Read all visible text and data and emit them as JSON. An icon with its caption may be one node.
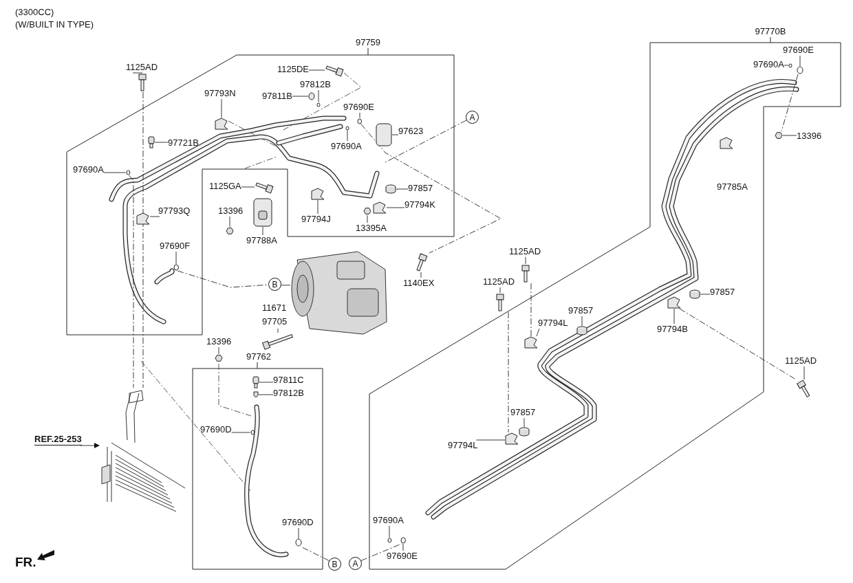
{
  "diagram": {
    "nodes": [
      {
        "text": [
          "97759"
        ]
      },
      {
        "text": [
          "1125AD"
        ]
      },
      {
        "text": [
          "1125DE"
        ],
        "in": 0
      },
      {
        "text": [
          "97812B"
        ],
        "in": 0
      },
      {
        "text": [
          "97811B"
        ],
        "in": 0
      },
      {
        "text": [
          "97793N"
        ],
        "in": 0
      },
      {
        "text": [
          "97690E"
        ],
        "in": 0
      },
      {
        "text": [
          "97690A"
        ],
        "in": 0
      },
      {
        "text": [
          "97623"
        ],
        "in": 0
      },
      {
        "text": [
          "97721B"
        ],
        "in": 0
      },
      {
        "text": [
          "97690A"
        ],
        "in": 0
      },
      {
        "text": [
          "1125GA"
        ]
      },
      {
        "text": [
          "97857"
        ],
        "in": 0
      },
      {
        "text": [
          "97794K"
        ],
        "in": 0
      },
      {
        "text": [
          "97794J"
        ],
        "in": 0
      },
      {
        "text": [
          "13395A"
        ],
        "in": 0
      },
      {
        "text": [
          "13396"
        ]
      },
      {
        "text": [
          "97788A"
        ]
      },
      {
        "text": [
          "97793Q"
        ],
        "in": 0
      },
      {
        "text": [
          "97690F"
        ],
        "in": 0
      },
      {
        "text": [
          "A"
        ]
      },
      {
        "text": [
          "B"
        ]
      },
      {
        "text": [
          "1140EX"
        ]
      },
      {
        "text": [
          "11671",
          "97705"
        ]
      },
      {
        "text": [
          "13396"
        ]
      },
      {
        "text": [
          "97762"
        ]
      },
      {
        "text": [
          "97811C"
        ],
        "in": 25
      },
      {
        "text": [
          "97812B"
        ],
        "in": 25
      },
      {
        "text": [
          "97690D"
        ],
        "in": 25
      },
      {
        "text": [
          "97690D"
        ],
        "in": 25
      },
      {
        "text": [
          "REF.25-253"
        ]
      },
      {
        "text": [
          "B"
        ]
      },
      {
        "text": [
          "97770B"
        ]
      },
      {
        "text": [
          "97690E"
        ],
        "in": 32
      },
      {
        "text": [
          "97690A"
        ],
        "in": 32
      },
      {
        "text": [
          "13396"
        ],
        "in": 32
      },
      {
        "text": [
          "97785A"
        ],
        "in": 32
      },
      {
        "text": [
          "1125AD"
        ]
      },
      {
        "text": [
          "1125AD"
        ]
      },
      {
        "text": [
          "97857"
        ],
        "in": 32
      },
      {
        "text": [
          "97857"
        ],
        "in": 32
      },
      {
        "text": [
          "97794L"
        ],
        "in": 32
      },
      {
        "text": [
          "97794B"
        ],
        "in": 32
      },
      {
        "text": [
          "1125AD"
        ]
      },
      {
        "text": [
          "97857"
        ],
        "in": 32
      },
      {
        "text": [
          "97794L"
        ],
        "in": 32
      },
      {
        "text": [
          "97690A"
        ],
        "in": 32
      },
      {
        "text": [
          "A"
        ]
      },
      {
        "text": [
          "97690E"
        ],
        "in": 32
      },
      {
        "text": [],
        "shape": "bolt"
      },
      {
        "text": [],
        "shape": "bolt",
        "in": 0
      },
      {
        "text": [],
        "shape": "circle",
        "in": 0
      },
      {
        "text": [],
        "shape": "circle",
        "in": 0
      },
      {
        "text": [],
        "shape": "bracket",
        "in": 0
      },
      {
        "text": [],
        "shape": "circle",
        "in": 0
      },
      {
        "text": [],
        "shape": "circle",
        "in": 0
      },
      {
        "text": [],
        "shape": "cylinder",
        "in": 0
      },
      {
        "text": [],
        "shape": "box",
        "in": 0
      },
      {
        "text": [],
        "shape": "circle",
        "in": 0
      },
      {
        "text": [],
        "shape": "bolt"
      },
      {
        "text": [],
        "shape": "cylinder",
        "in": 0
      },
      {
        "text": [],
        "shape": "bracket",
        "in": 0
      },
      {
        "text": [],
        "shape": "bracket",
        "in": 0
      },
      {
        "text": [],
        "shape": "hexagon",
        "in": 0
      },
      {
        "text": [],
        "shape": "hexagon"
      },
      {
        "text": [],
        "shape": "box"
      },
      {
        "text": [],
        "shape": "bracket",
        "in": 0
      },
      {
        "text": [],
        "shape": "circle",
        "in": 0
      },
      {
        "text": [],
        "shape": "picture"
      },
      {
        "text": [],
        "shape": "bolt"
      },
      {
        "text": [],
        "shape": "bolt"
      },
      {
        "text": [],
        "shape": "hexagon"
      },
      {
        "text": [],
        "shape": "box",
        "in": 25
      },
      {
        "text": [],
        "shape": "box",
        "in": 25
      },
      {
        "text": [],
        "shape": "circle",
        "in": 25
      },
      {
        "text": [],
        "shape": "circle",
        "in": 25
      },
      {
        "text": [],
        "shape": "picture"
      },
      {
        "text": [],
        "shape": "circle",
        "in": 32
      },
      {
        "text": [],
        "shape": "circle",
        "in": 32
      },
      {
        "text": [],
        "shape": "hexagon",
        "in": 32
      },
      {
        "text": [],
        "shape": "bolt"
      },
      {
        "text": [],
        "shape": "bolt"
      },
      {
        "text": [],
        "shape": "cylinder",
        "in": 32
      },
      {
        "text": [],
        "shape": "cylinder",
        "in": 32
      },
      {
        "text": [],
        "shape": "bracket",
        "in": 32
      },
      {
        "text": [],
        "shape": "bracket",
        "in": 32
      },
      {
        "text": [],
        "shape": "bolt"
      },
      {
        "text": [],
        "shape": "cylinder",
        "in": 32
      },
      {
        "text": [],
        "shape": "bracket",
        "in": 32
      },
      {
        "text": [],
        "shape": "circle",
        "in": 32
      },
      {
        "text": [],
        "shape": "circle",
        "in": 32
      }
    ],
    "edges": [
      {
        "from": 1,
        "to": 49,
        "arrow": "none"
      },
      {
        "from": 2,
        "to": 50,
        "arrow": "none"
      },
      {
        "from": 3,
        "to": 51,
        "arrow": "none"
      },
      {
        "from": 4,
        "to": 52,
        "arrow": "none"
      },
      {
        "from": 5,
        "to": 53,
        "arrow": "none"
      },
      {
        "from": 6,
        "to": 54,
        "arrow": "none"
      },
      {
        "from": 7,
        "to": 55,
        "arrow": "none"
      },
      {
        "from": 8,
        "to": 56,
        "arrow": "none"
      },
      {
        "from": 9,
        "to": 57,
        "arrow": "none"
      },
      {
        "from": 10,
        "to": 58,
        "arrow": "none"
      },
      {
        "from": 11,
        "to": 59,
        "arrow": "none"
      },
      {
        "from": 12,
        "to": 60,
        "arrow": "none"
      },
      {
        "from": 13,
        "to": 61,
        "arrow": "none"
      },
      {
        "from": 14,
        "to": 62,
        "arrow": "none"
      },
      {
        "from": 15,
        "to": 63,
        "arrow": "none"
      },
      {
        "from": 16,
        "to": 64,
        "arrow": "none"
      },
      {
        "from": 17,
        "to": 65,
        "arrow": "none"
      },
      {
        "from": 18,
        "to": 66,
        "arrow": "none"
      },
      {
        "from": 19,
        "to": 67,
        "arrow": "none"
      },
      {
        "from": 20,
        "to": null,
        "arrow": "none",
        "style": "dashed"
      },
      {
        "from": 21,
        "to": 68,
        "arrow": "none"
      },
      {
        "from": 22,
        "to": 69,
        "arrow": "none"
      },
      {
        "from": 23,
        "to": 70,
        "arrow": "none"
      },
      {
        "from": 24,
        "to": 71,
        "arrow": "none"
      },
      {
        "from": 26,
        "to": 72,
        "arrow": "none"
      },
      {
        "from": 27,
        "to": 73,
        "arrow": "none"
      },
      {
        "from": 28,
        "to": 74,
        "arrow": "none"
      },
      {
        "from": 29,
        "to": 75,
        "arrow": "none"
      },
      {
        "from": 30,
        "to": 76,
        "arrow": "to"
      },
      {
        "from": 31,
        "to": 75,
        "arrow": "none",
        "style": "dashed"
      },
      {
        "from": 33,
        "to": 77,
        "arrow": "none"
      },
      {
        "from": 34,
        "to": 78,
        "arrow": "none"
      },
      {
        "from": 35,
        "to": 79,
        "arrow": "none"
      },
      {
        "from": 37,
        "to": 80,
        "arrow": "none"
      },
      {
        "from": 38,
        "to": 81,
        "arrow": "none"
      },
      {
        "from": 39,
        "to": 82,
        "arrow": "none"
      },
      {
        "from": 40,
        "to": 83,
        "arrow": "none"
      },
      {
        "from": 41,
        "to": 84,
        "arrow": "none"
      },
      {
        "from": 42,
        "to": 85,
        "arrow": "none"
      },
      {
        "from": 43,
        "to": 86,
        "arrow": "none"
      },
      {
        "from": 44,
        "to": 87,
        "arrow": "none"
      },
      {
        "from": 45,
        "to": 88,
        "arrow": "none"
      },
      {
        "from": 46,
        "to": 89,
        "arrow": "none"
      },
      {
        "from": 47,
        "to": 90,
        "arrow": "none",
        "style": "dashed"
      },
      {
        "from": 48,
        "to": 90,
        "arrow": "none"
      },
      {
        "from": 49,
        "to": 76,
        "arrow": "none",
        "style": "dashed"
      },
      {
        "from": 58,
        "to": 76,
        "arrow": "none",
        "style": "dashed"
      },
      {
        "from": 54,
        "to": 69,
        "arrow": "none",
        "style": "dashed"
      },
      {
        "from": 67,
        "to": 21,
        "arrow": "none",
        "style": "dashed"
      },
      {
        "from": 85,
        "to": 86,
        "arrow": "none",
        "style": "dashed"
      },
      {
        "from": 77,
        "to": 79,
        "arrow": "none",
        "style": "dashed"
      },
      {
        "from": 80,
        "to": 84,
        "arrow": "none",
        "style": "dashed"
      },
      {
        "from": 81,
        "to": 88,
        "arrow": "none",
        "style": "dashed"
      }
    ],
    "labels": [
      "(3300CC)",
      "(W/BUILT IN TYPE)",
      "FR."
    ]
  }
}
